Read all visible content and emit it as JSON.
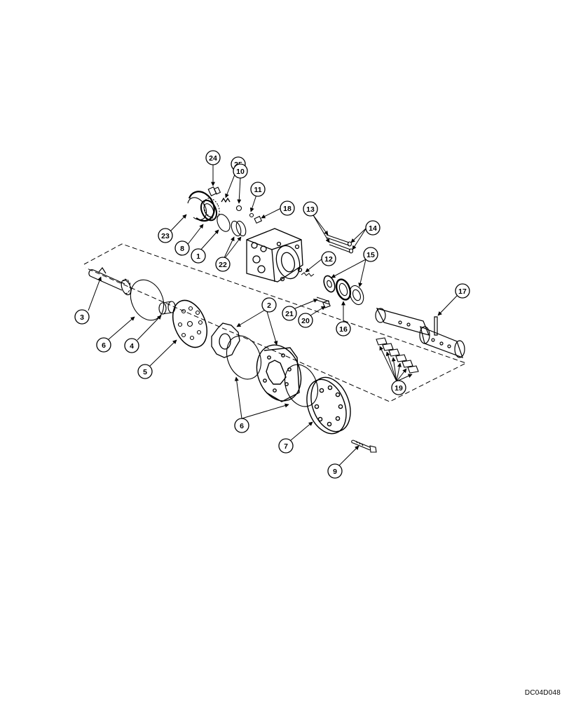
{
  "diagram": {
    "drawing_code": "DC04D048",
    "callouts": [
      {
        "id": "c24",
        "label": "24"
      },
      {
        "id": "c25",
        "label": "25"
      },
      {
        "id": "c10",
        "label": "10"
      },
      {
        "id": "c11",
        "label": "11"
      },
      {
        "id": "c18",
        "label": "18"
      },
      {
        "id": "c23",
        "label": "23"
      },
      {
        "id": "c8",
        "label": "8"
      },
      {
        "id": "c1",
        "label": "1"
      },
      {
        "id": "c22",
        "label": "22"
      },
      {
        "id": "c13",
        "label": "13"
      },
      {
        "id": "c14",
        "label": "14"
      },
      {
        "id": "c12",
        "label": "12"
      },
      {
        "id": "c15",
        "label": "15"
      },
      {
        "id": "c3",
        "label": "3"
      },
      {
        "id": "c2",
        "label": "2"
      },
      {
        "id": "c21",
        "label": "21"
      },
      {
        "id": "c20",
        "label": "20"
      },
      {
        "id": "c16",
        "label": "16"
      },
      {
        "id": "c17",
        "label": "17"
      },
      {
        "id": "c6a",
        "label": "6"
      },
      {
        "id": "c4",
        "label": "4"
      },
      {
        "id": "c5",
        "label": "5"
      },
      {
        "id": "c19",
        "label": "19"
      },
      {
        "id": "c6b",
        "label": "6"
      },
      {
        "id": "c7",
        "label": "7"
      },
      {
        "id": "c9",
        "label": "9"
      }
    ]
  }
}
